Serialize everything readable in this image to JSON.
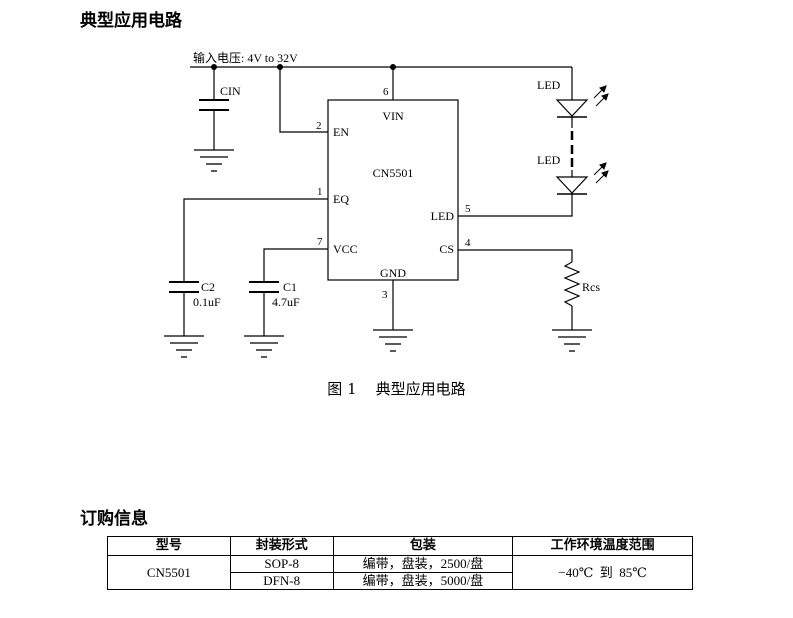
{
  "headings": {
    "circuit": "典型应用电路",
    "ordering": "订购信息"
  },
  "diagram": {
    "input_label": "输入电压: 4V to 32V",
    "chip_name": "CN5501",
    "pins": {
      "vin": "VIN",
      "en": "EN",
      "eq": "EQ",
      "vcc": "VCC",
      "led": "LED",
      "cs": "CS",
      "gnd": "GND"
    },
    "pin_numbers": {
      "vin": "6",
      "en": "2",
      "eq": "1",
      "vcc": "7",
      "led": "5",
      "cs": "4",
      "gnd": "3"
    },
    "components": {
      "cin": "CIN",
      "c2_name": "C2",
      "c2_value": "0.1uF",
      "c1_name": "C1",
      "c1_value": "4.7uF",
      "rcs": "Rcs",
      "led_top": "LED",
      "led_bottom": "LED"
    },
    "caption": "图 1    典型应用电路"
  },
  "table": {
    "headers": [
      "型号",
      "封装形式",
      "包装",
      "工作环境温度范围"
    ],
    "model": "CN5501",
    "rows": [
      {
        "package": "SOP-8",
        "packing": "编带，盘装，2500/盘"
      },
      {
        "package": "DFN-8",
        "packing": "编带，盘装，5000/盘"
      }
    ],
    "temperature": "−40℃  到  85℃"
  }
}
